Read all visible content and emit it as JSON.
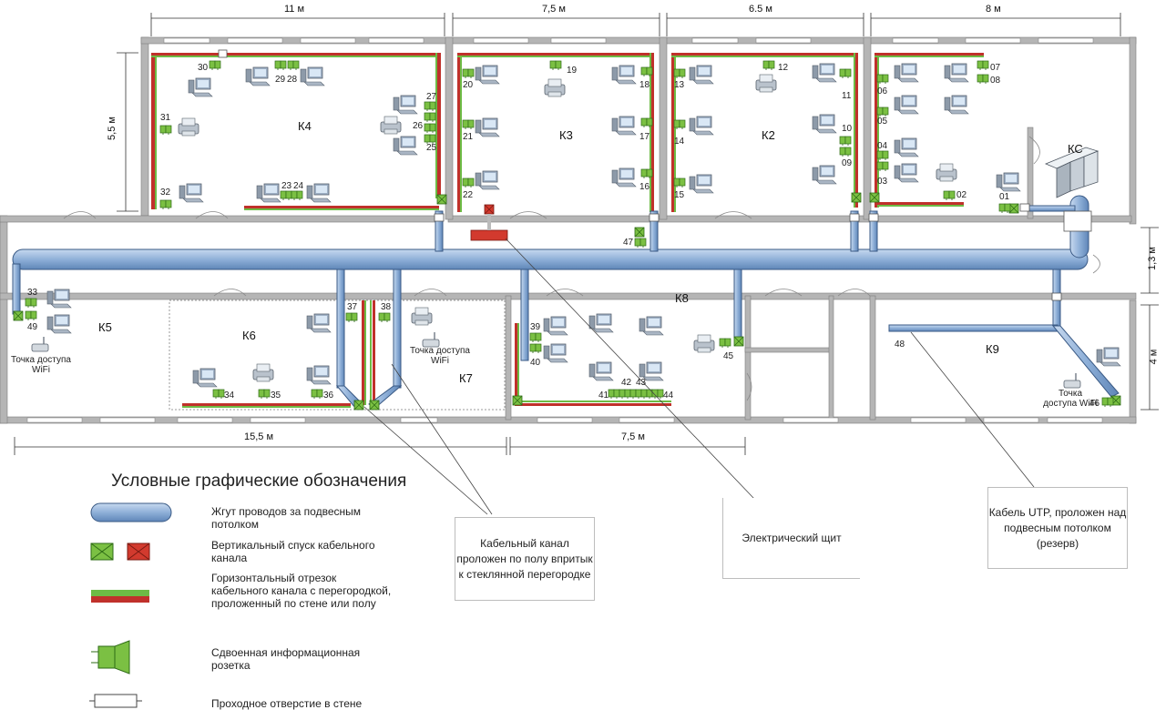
{
  "dimensions": {
    "top": [
      "11 м",
      "7,5 м",
      "6.5 м",
      "8 м"
    ],
    "left_height": "5,5 м",
    "corridor_width": "1,3 м",
    "right_bottom": "4 м",
    "bottom_left": "15,5 м",
    "bottom_mid": "7,5 м"
  },
  "rooms": [
    "К4",
    "К3",
    "К2",
    "КС",
    "К5",
    "К6",
    "К7",
    "К8",
    "К9"
  ],
  "outlets": [
    "30",
    "29",
    "28",
    "27",
    "26",
    "25",
    "31",
    "32",
    "23",
    "24",
    "19",
    "20",
    "18",
    "21",
    "17",
    "22",
    "16",
    "13",
    "12",
    "11",
    "14",
    "10",
    "09",
    "15",
    "07",
    "08",
    "06",
    "05",
    "04",
    "03",
    "02",
    "01",
    "47",
    "33",
    "49",
    "37",
    "38",
    "39",
    "40",
    "34",
    "35",
    "36",
    "41",
    "42",
    "43",
    "44",
    "45",
    "48",
    "46"
  ],
  "wifi_label": "Точка доступа WiFi",
  "legend": {
    "title": "Условные графические обозначения",
    "items": [
      "Жгут проводов за подвесным потолком",
      "Вертикальный спуск кабельного канала",
      "Горизонтальный отрезок кабельного канала с перегородкой, проложенный по стене или полу",
      "Сдвоенная информационная розетка",
      "Проходное отверстие в стене"
    ]
  },
  "callouts": {
    "floor_channel": "Кабельный канал проложен по полу впритык к стеклянной перегородке",
    "panel": "Электрический щит",
    "utp": "Кабель UTP, проложен над подвесным потолком (резерв)"
  },
  "colors": {
    "harness": "#8fb0d8",
    "harness_stroke": "#3a5a85",
    "channel_green": "#6dbb45",
    "channel_red": "#c0312b",
    "wall": "#b5b5b5"
  }
}
